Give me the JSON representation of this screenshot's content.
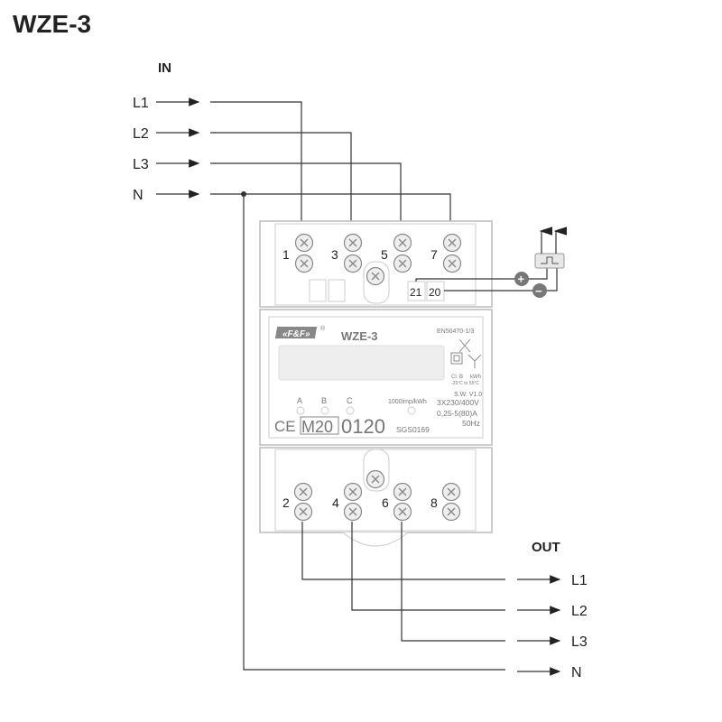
{
  "title": "WZE-3",
  "input": {
    "heading": "IN",
    "lines": [
      "L1",
      "L2",
      "L3",
      "N"
    ]
  },
  "output": {
    "heading": "OUT",
    "lines": [
      "L1",
      "L2",
      "L3",
      "N"
    ]
  },
  "terminals": {
    "top": [
      "1",
      "3",
      "5",
      "7"
    ],
    "bottom": [
      "2",
      "4",
      "6",
      "8"
    ],
    "pulse": [
      "21",
      "20"
    ]
  },
  "pulse": {
    "plus": "+",
    "minus": "−"
  },
  "device": {
    "brand": "«F&F»",
    "registered": "®",
    "model": "WZE-3",
    "standard": "EN50470-1/3",
    "class": "Cl. B",
    "unit": "kWh",
    "temp": "-25°C to 55°C",
    "software": "S.W. V1.0",
    "phases": [
      "A",
      "B",
      "C"
    ],
    "impulse": "1000imp/kWh",
    "voltage": "3X230/400V",
    "current": "0,25-5(80)A",
    "frequency": "50Hz",
    "ce": "CE",
    "metrology": "M20",
    "notified": "0120",
    "cert": "SGS0169"
  },
  "colors": {
    "wire": "#333333",
    "device_outline": "#bbbbbb",
    "terminal": "#888888",
    "pulse_circle": "#777777"
  }
}
